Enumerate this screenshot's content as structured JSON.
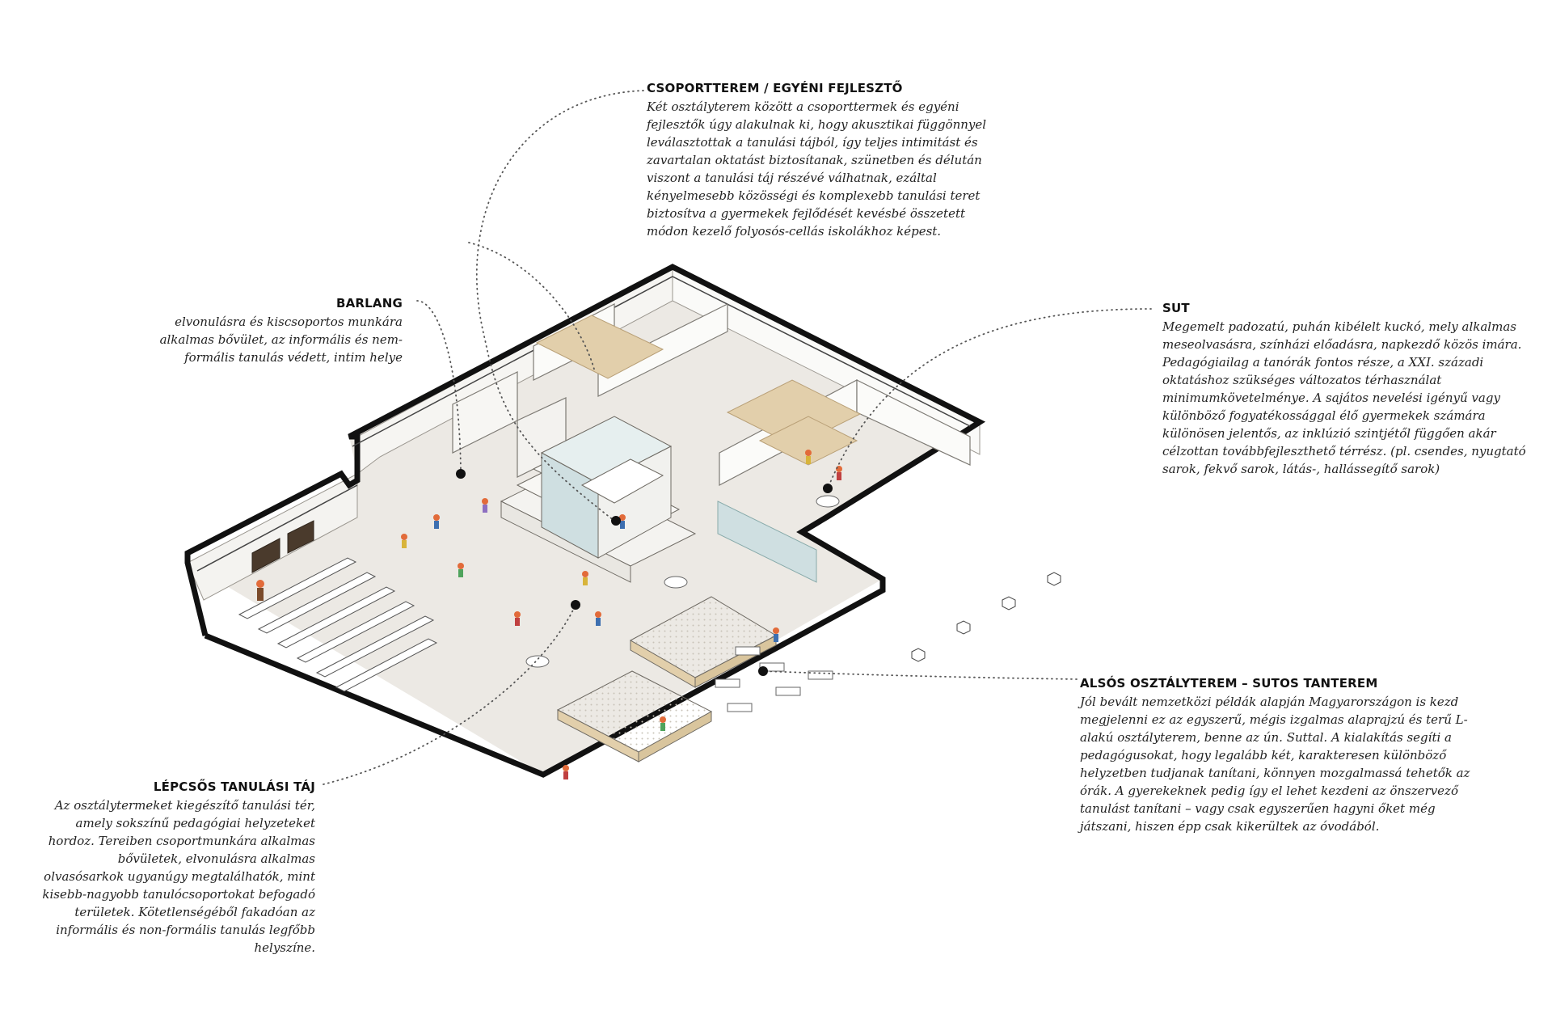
{
  "callouts": {
    "csoportterem": {
      "title": "CSOPORTTEREM / EGYÉNI FEJLESZTŐ",
      "text": "Két osztályterem között a csoporttermek és egyéni fejlesztők úgy alakulnak ki, hogy akusztikai függönnyel leválasztottak a tanulási tájból, így teljes intimitást és zavartalan oktatást biztosítanak, szünetben és délután viszont a tanulási táj részévé válhatnak, ezáltal kényelmesebb közösségi és komplexebb tanulási teret biztosítva a gyermekek fejlődését kevésbé összetett módon kezelő folyosós-cellás iskolákhoz képest."
    },
    "barlang": {
      "title": "BARLANG",
      "text": "elvonulásra és kiscsoportos munkára alkalmas bővület, az informális és nem-formális tanulás védett, intim helye"
    },
    "sut": {
      "title": "SUT",
      "text": "Megemelt padozatú, puhán kibélelt kuckó, mely alkalmas meseolvasásra, színházi előadásra, napkezdő közös imára. Pedagógiailag a tanórák fontos része, a XXI. századi oktatáshoz szükséges változatos térhasználat minimumkövetelménye. A sajátos nevelési igényű vagy különböző fogyatékossággal élő gyermekek számára különösen jelentős, az inklúzió szintjétől függően akár célzottan továbbfejleszthető térrész. (pl. csendes, nyugtató sarok, fekvő sarok, látás-, hallássegítő sarok)"
    },
    "also": {
      "title": "ALSÓS OSZTÁLYTEREM – SUTOS TANTEREM",
      "text": "Jól bevált nemzetközi példák alapján Magyarországon is kezd megjelenni ez az egyszerű, mégis izgalmas alaprajzú és terű L-alakú osztályterem, benne az ún. Suttal. A kialakítás segíti a pedagógusokat, hogy legalább két, karakteresen különböző helyzetben tudjanak tanítani, könnyen mozgalmassá tehetők az órák. A gyerekeknek pedig így el lehet kezdeni az önszervező tanulást tanítani – vagy csak egyszerűen hagyni őket még játszani, hiszen épp csak kikerültek az óvodából."
    },
    "lepcsos": {
      "title": "LÉPCSŐS TANULÁSI TÁJ",
      "text": "Az osztálytermeket kiegészítő tanulási tér, amely sokszínű pedagógiai helyzeteket hordoz. Tereiben csoportmunkára alkalmas bővületek, elvonulásra alkalmas olvasósarkok ugyanúgy megtalálhatók, mint kisebb-nagyobb tanulócsoportokat befogadó területek. Kötetlenségéből fakadóan az informális és non-formális tanulás legfőbb helyszíne."
    }
  },
  "colors": {
    "wall": "#111111",
    "floor": "#ece9e4",
    "wood": "#e2cfab",
    "glass": "#cfdfe1",
    "chalkboard": "#4a3a2c"
  }
}
